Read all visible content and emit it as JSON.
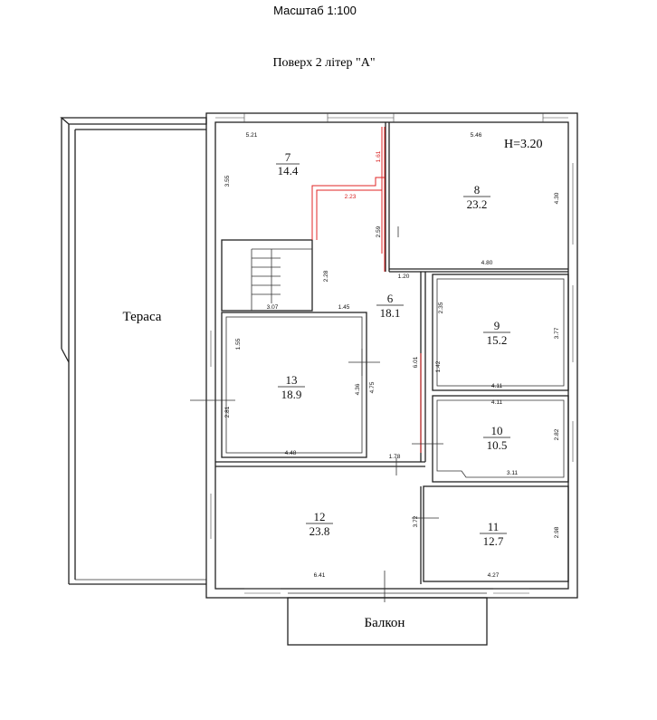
{
  "header": {
    "scale": "Масштаб 1:100",
    "floor_title": "Поверх 2  літер \"А\""
  },
  "height_label": "H=3.20",
  "labels": {
    "terrace": "Тераса",
    "balcony": "Балкон"
  },
  "rooms": [
    {
      "id": "7",
      "number": "7",
      "area": "14.4"
    },
    {
      "id": "8",
      "number": "8",
      "area": "23.2"
    },
    {
      "id": "6",
      "number": "6",
      "area": "18.1"
    },
    {
      "id": "9",
      "number": "9",
      "area": "15.2"
    },
    {
      "id": "13",
      "number": "13",
      "area": "18.9"
    },
    {
      "id": "10",
      "number": "10",
      "area": "10.5"
    },
    {
      "id": "12",
      "number": "12",
      "area": "23.8"
    },
    {
      "id": "11",
      "number": "11",
      "area": "12.7"
    }
  ],
  "dimensions": {
    "d_5_21": "5.21",
    "d_5_46": "5.46",
    "d_3_55": "3.55",
    "d_4_30": "4.30",
    "d_1_61": "1.61",
    "d_2_23": "2.23",
    "d_2_59": "2.59",
    "d_4_80": "4.80",
    "d_2_28": "2.28",
    "d_1_20": "1.20",
    "d_3_07": "3.07",
    "d_1_45": "1.45",
    "d_2_35": "2.35",
    "d_3_77": "3.77",
    "d_1_55": "1.55",
    "d_6_01": "6.01",
    "d_1_42": "1.42",
    "d_4_36": "4.36",
    "d_4_75": "4.75",
    "d_4_11a": "4.11",
    "d_4_11b": "4.11",
    "d_2_81": "2.81",
    "d_2_82": "2.82",
    "d_4_48": "4.48",
    "d_1_78": "1.78",
    "d_3_11": "3.11",
    "d_3_72": "3.72",
    "d_2_98": "2.98",
    "d_6_41": "6.41",
    "d_4_27": "4.27"
  },
  "colors": {
    "wall": "#222222",
    "red_marking": "#e02424"
  }
}
